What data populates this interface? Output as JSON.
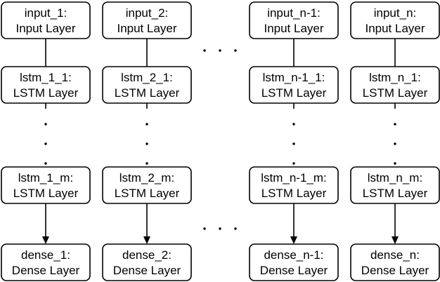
{
  "diagram": {
    "columns": [
      {
        "input": [
          "input_1:",
          "Input Layer"
        ],
        "lstm_1": [
          "lstm_1_1:",
          "LSTM Layer"
        ],
        "lstm_m": [
          "lstm_1_m:",
          "LSTM Layer"
        ],
        "dense": [
          "dense_1:",
          "Dense Layer"
        ]
      },
      {
        "input": [
          "input_2:",
          "Input Layer"
        ],
        "lstm_1": [
          "lstm_2_1:",
          "LSTM Layer"
        ],
        "lstm_m": [
          "lstm_2_m:",
          "LSTM Layer"
        ],
        "dense": [
          "dense_2:",
          "Dense Layer"
        ]
      },
      {
        "input": [
          "input_n-1:",
          "Input Layer"
        ],
        "lstm_1": [
          "lstm_n-1_1:",
          "LSTM Layer"
        ],
        "lstm_m": [
          "lstm_n-1_m:",
          "LSTM Layer"
        ],
        "dense": [
          "dense_n-1:",
          "Dense Layer"
        ]
      },
      {
        "input": [
          "input_n:",
          "Input Layer"
        ],
        "lstm_1": [
          "lstm_n_1:",
          "LSTM Layer"
        ],
        "lstm_m": [
          "lstm_n_m:",
          "LSTM Layer"
        ],
        "dense": [
          "dense_n:",
          "Dense Layer"
        ]
      }
    ],
    "colors": {
      "stroke": "#000000",
      "fill": "#ffffff",
      "text": "#000000"
    }
  }
}
